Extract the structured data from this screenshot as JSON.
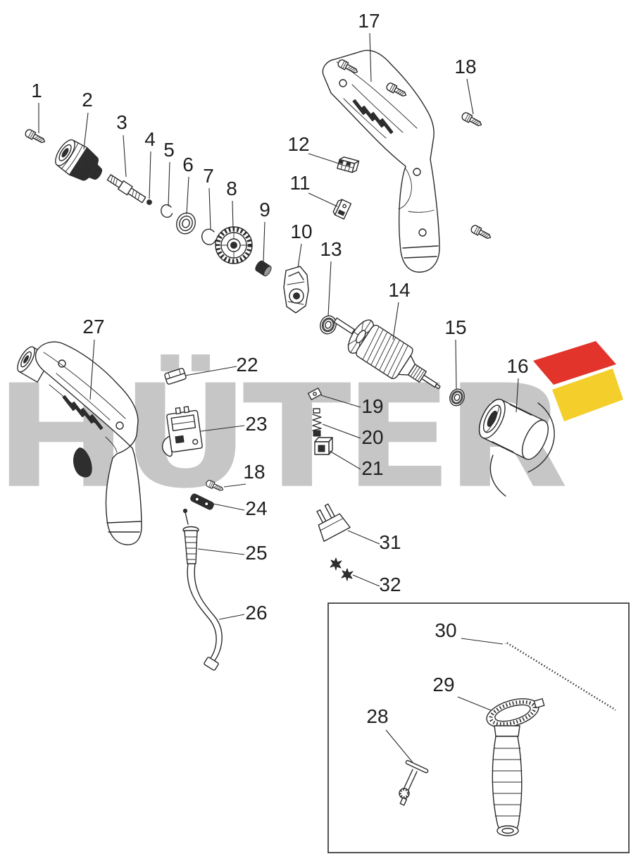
{
  "watermark": {
    "text": "HÜTER",
    "color": "#c6c6c6",
    "accent_red": "#e2342b",
    "accent_yellow": "#f4cf2b"
  },
  "diagram": {
    "line_color": "#2a2a2a",
    "labels": {
      "p1": "1",
      "p2": "2",
      "p3": "3",
      "p4": "4",
      "p5": "5",
      "p6": "6",
      "p7": "7",
      "p8": "8",
      "p9": "9",
      "p10": "10",
      "p11": "11",
      "p12": "12",
      "p13": "13",
      "p14": "14",
      "p15": "15",
      "p16": "16",
      "p17": "17",
      "p18a": "18",
      "p18b": "18",
      "p19": "19",
      "p20": "20",
      "p21": "21",
      "p22": "22",
      "p23": "23",
      "p24": "24",
      "p25": "25",
      "p26": "26",
      "p27": "27",
      "p28": "28",
      "p29": "29",
      "p30": "30",
      "p31": "31",
      "p32": "32"
    }
  }
}
